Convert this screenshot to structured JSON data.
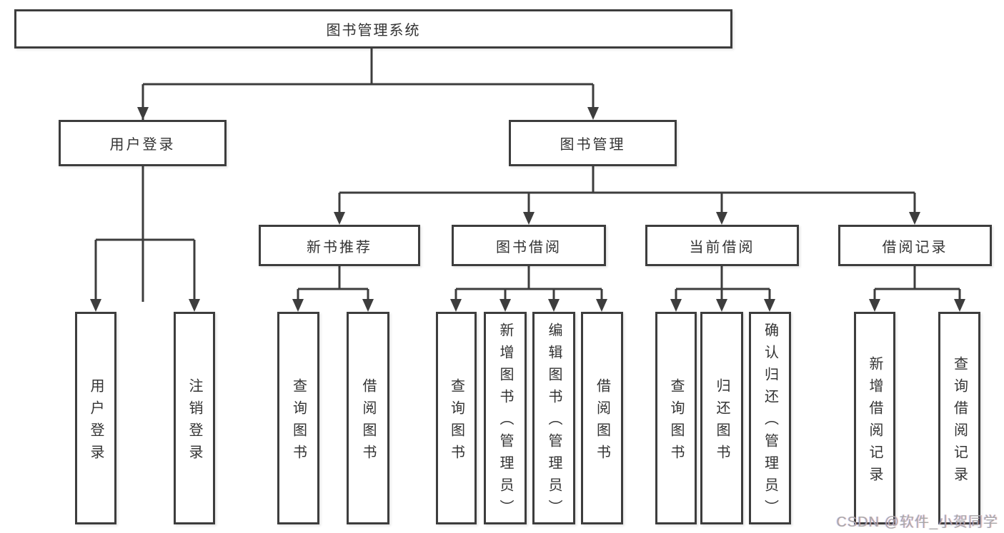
{
  "root": {
    "label": "图书管理系统"
  },
  "level2": {
    "user_login": {
      "label": "用户登录"
    },
    "book_management": {
      "label": "图书管理"
    }
  },
  "level3": {
    "new_book_recommend": {
      "label": "新书推荐"
    },
    "book_borrow": {
      "label": "图书借阅"
    },
    "current_borrow": {
      "label": "当前借阅"
    },
    "borrow_records": {
      "label": "借阅记录"
    }
  },
  "leaves": {
    "user_login": {
      "label": "用户登录"
    },
    "logout": {
      "label": "注销登录"
    },
    "rec_query_books": {
      "label": "查询图书"
    },
    "rec_borrow_books": {
      "label": "借阅图书"
    },
    "borrow_query_books": {
      "label": "查询图书"
    },
    "borrow_add_books": {
      "label": "新增图书（管理员）"
    },
    "borrow_edit_books": {
      "label": "编辑图书（管理员）"
    },
    "borrow_borrow_books": {
      "label": "借阅图书"
    },
    "current_query_books": {
      "label": "查询图书"
    },
    "current_return_books": {
      "label": "归还图书"
    },
    "current_confirm_return": {
      "label": "确认归还（管理员）"
    },
    "records_add_record": {
      "label": "新增借阅记录"
    },
    "records_query_record": {
      "label": "查询借阅记录"
    }
  },
  "watermark": {
    "text": "CSDN @软件_小贺同学"
  },
  "colors": {
    "line": "#3d3d3d",
    "text": "#333333",
    "watermark": "#a8a8a8",
    "background": "#ffffff"
  }
}
